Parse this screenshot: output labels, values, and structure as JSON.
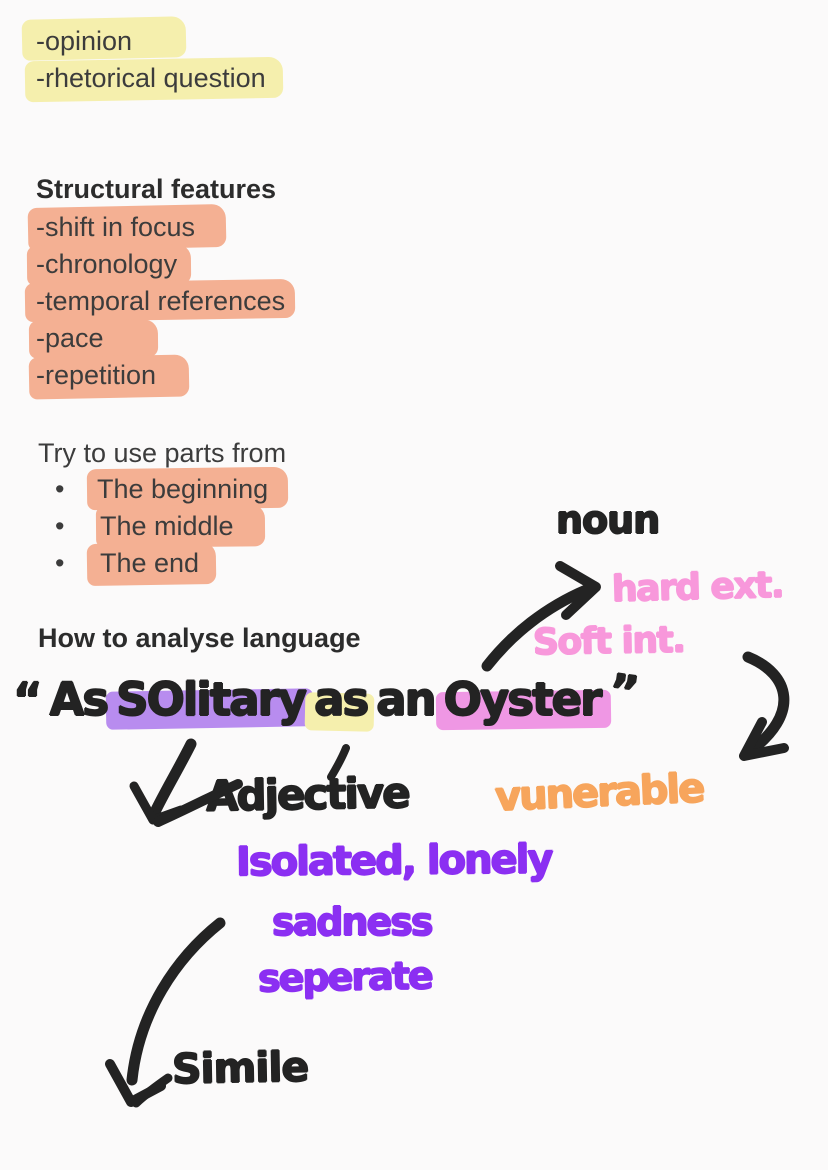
{
  "typed": {
    "intro_items": [
      "-opinion",
      "-rhetorical question"
    ],
    "structural_heading": "Structural features",
    "structural_items": [
      "-shift in focus",
      "-chronology",
      "-temporal references",
      "-pace",
      "-repetition"
    ],
    "parts_heading": "Try to use parts from",
    "bullet_glyph": "•",
    "parts_items": [
      "The beginning",
      "The middle",
      "The end"
    ],
    "language_heading": "How to analyse language"
  },
  "handwritten": {
    "noun_label": "noun",
    "hard_ext": "hard ext.",
    "soft_int": "Soft int.",
    "quote": {
      "open_quote": "“",
      "word_as1": "As",
      "word_solitary": "SOlitary",
      "word_as2": "as",
      "word_an": "an",
      "word_oyster": "Oyster",
      "close_quote": "”"
    },
    "adjective_label": "Adjective",
    "vunerable": "vunerable",
    "synonyms_line1": "Isolated, lonely",
    "synonyms_line2": "sadness",
    "synonyms_line3": "seperate",
    "simile_label": "Simile"
  },
  "colors": {
    "highlight_yellow": "#f5efad",
    "highlight_salmon": "#f4b093",
    "highlight_purple": "#b88cef",
    "highlight_pink": "#ef97e4",
    "ink_black": "#232323",
    "ink_pink": "#f898db",
    "ink_orange": "#f7a55c",
    "ink_purple": "#8b2ff2",
    "typed_text": "#3c3c3c",
    "page_bg": "#fbfafa"
  }
}
